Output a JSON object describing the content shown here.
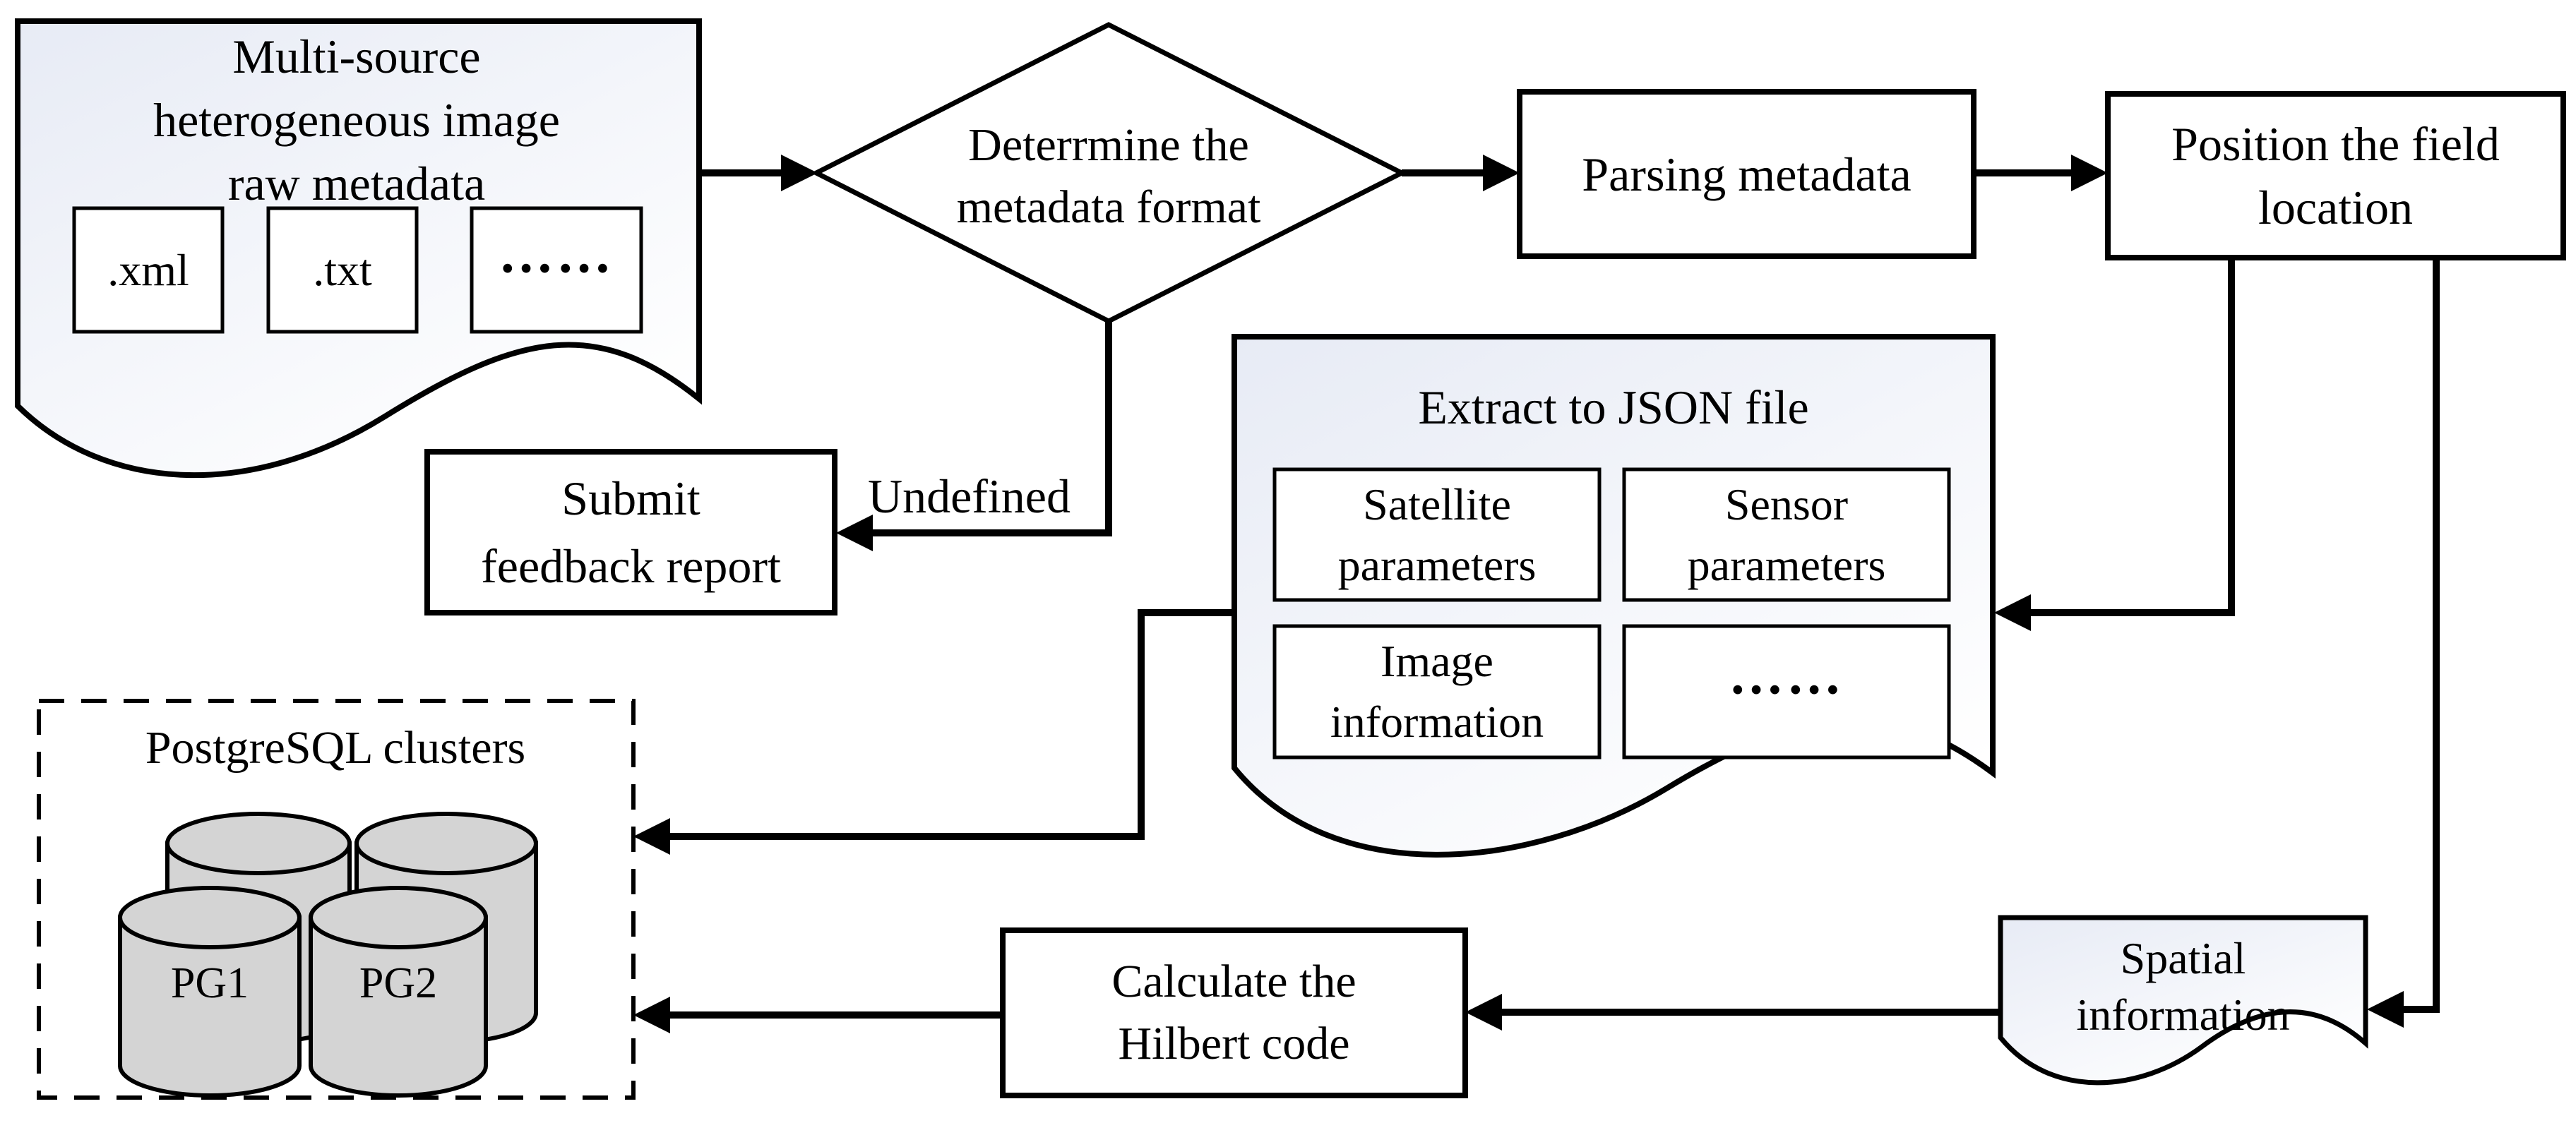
{
  "flow": {
    "source_doc": {
      "label": "Multi-source heterogeneous image raw metadata",
      "lines": [
        "Multi-source",
        "heterogeneous image",
        "raw metadata"
      ],
      "formats": [
        ".xml",
        ".txt",
        "……"
      ]
    },
    "decision": {
      "label": "Deterrmine the metadata format",
      "lines": [
        "Deterrmine the",
        "metadata format"
      ]
    },
    "parsing": {
      "label": "Parsing metadata"
    },
    "position": {
      "label": "Position the field location",
      "lines": [
        "Position the field",
        "location"
      ]
    },
    "branch_label": "Undefined",
    "submit": {
      "label": "Submit feedback report",
      "lines": [
        "Submit",
        "feedback report"
      ]
    },
    "extract": {
      "title": "Extract to JSON file",
      "boxes": [
        {
          "label": "Satellite parameters",
          "lines": [
            "Satellite",
            "parameters"
          ]
        },
        {
          "label": "Sensor parameters",
          "lines": [
            "Sensor",
            "parameters"
          ]
        },
        {
          "label": "Image information",
          "lines": [
            "Image",
            "information"
          ]
        },
        {
          "label": "……",
          "lines": [
            "……"
          ]
        }
      ]
    },
    "postgres": {
      "title": "PostgreSQL clusters",
      "nodes": [
        "PG1",
        "PG2"
      ]
    },
    "calculate": {
      "label": "Calculate the Hilbert code",
      "lines": [
        "Calculate the",
        "Hilbert code"
      ]
    },
    "spatial": {
      "label": "Spatial information",
      "lines": [
        "Spatial",
        "information"
      ]
    }
  },
  "colors": {
    "stroke": "#000000",
    "document_fill_start": "#e7ebf5",
    "document_fill_end": "#ffffff",
    "cylinder_fill": "#d4d4d4",
    "box_fill": "#ffffff",
    "background": "#ffffff"
  }
}
